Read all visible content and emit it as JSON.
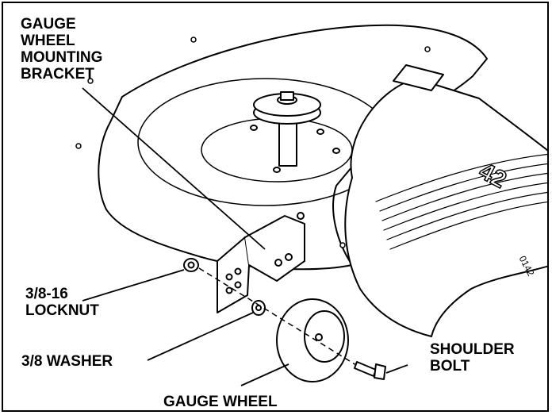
{
  "labels": {
    "bracket": "GAUGE\nWHEEL\nMOUNTING\nBRACKET",
    "locknut": "3/8-16\nLOCKNUT",
    "washer": "3/8 WASHER",
    "wheel": "GAUGE WHEEL",
    "bolt": "SHOULDER\nBOLT"
  },
  "deck_mark": "42",
  "part_number": "0142"
}
